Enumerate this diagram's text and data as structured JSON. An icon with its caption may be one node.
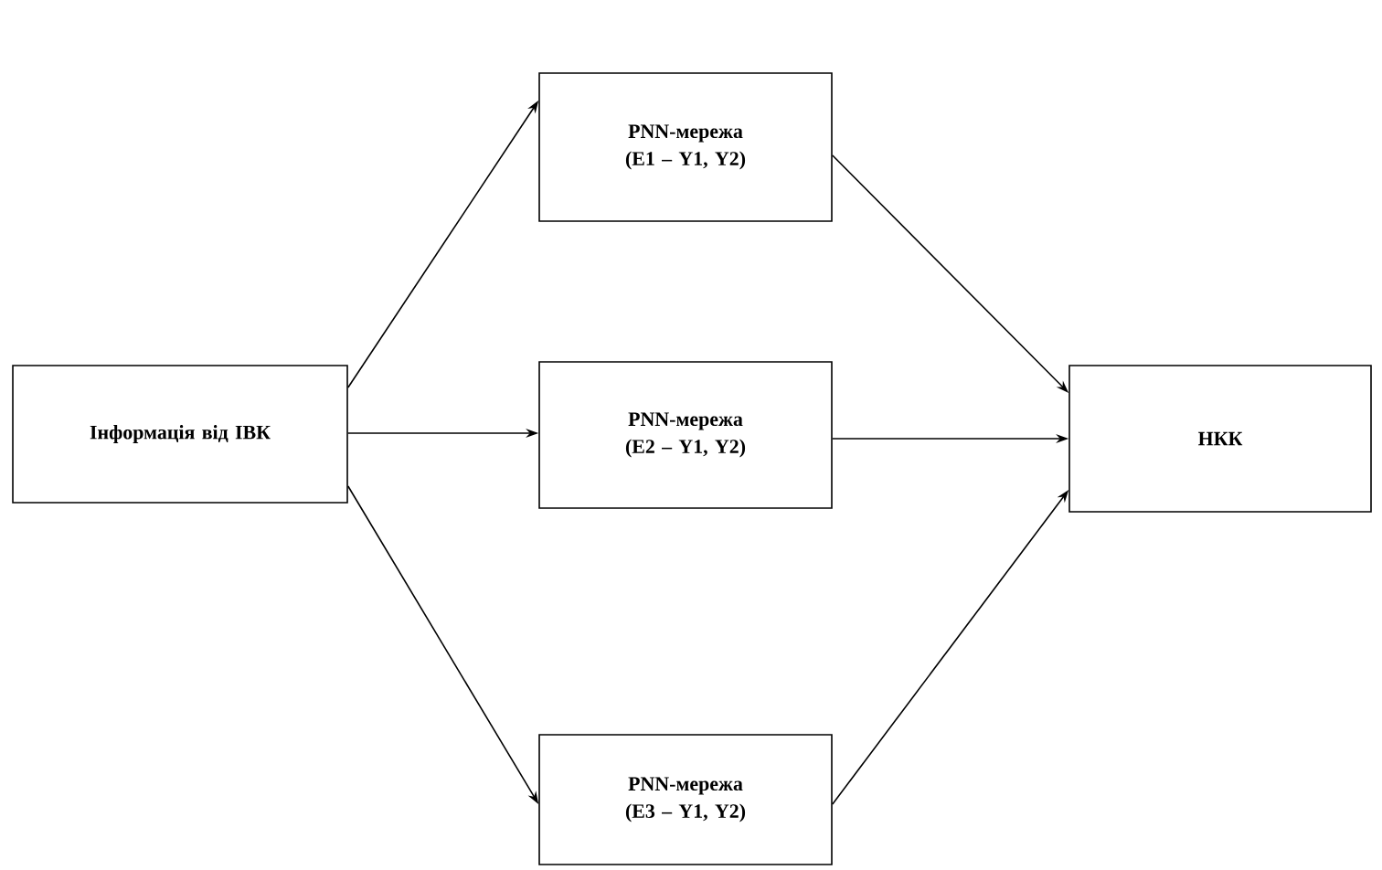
{
  "diagram": {
    "nodes": [
      {
        "text": [
          "Інформація від ІВК"
        ]
      },
      {
        "text": [
          "PNN-мережа (E1 – Y1, Y2)"
        ]
      },
      {
        "text": [
          "PNN-мережа (E2 – Y1, Y2)"
        ]
      },
      {
        "text": [
          "PNN-мережа (E3 – Y1, Y2)"
        ]
      },
      {
        "text": [
          "НКК"
        ]
      }
    ],
    "edges": [
      {
        "from": 0,
        "to": 1,
        "arrow": "to"
      },
      {
        "from": 0,
        "to": 2,
        "arrow": "to"
      },
      {
        "from": 0,
        "to": 3,
        "arrow": "to"
      },
      {
        "from": 1,
        "to": 4,
        "arrow": "to"
      },
      {
        "from": 2,
        "to": 4,
        "arrow": "to"
      },
      {
        "from": 3,
        "to": 4,
        "arrow": "to"
      }
    ]
  }
}
